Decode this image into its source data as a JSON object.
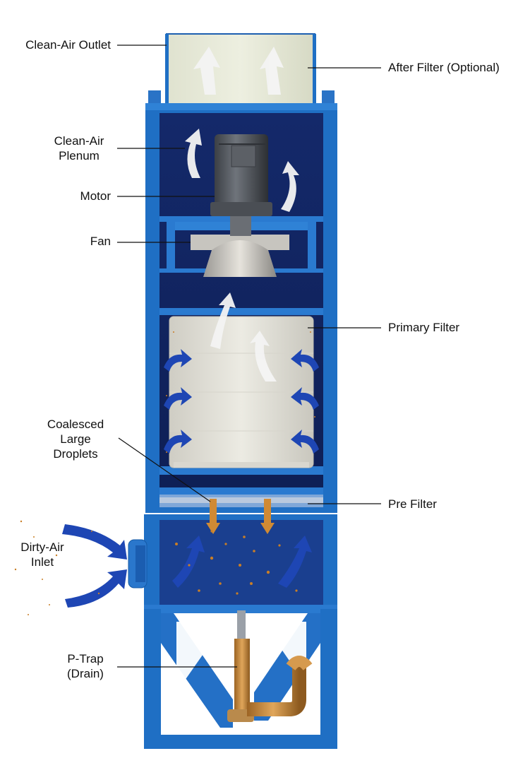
{
  "labels": {
    "clean_air_outlet": "Clean-Air Outlet",
    "after_filter": "After Filter (Optional)",
    "clean_air_plenum_1": "Clean-Air",
    "clean_air_plenum_2": "Plenum",
    "motor": "Motor",
    "fan": "Fan",
    "primary_filter": "Primary Filter",
    "coalesced_1": "Coalesced",
    "coalesced_2": "Large",
    "coalesced_3": "Droplets",
    "pre_filter": "Pre Filter",
    "dirty_air_1": "Dirty-Air",
    "dirty_air_2": "Inlet",
    "p_trap_1": "P-Trap",
    "p_trap_2": "(Drain)"
  },
  "colors": {
    "housing_blue": "#1f6fc4",
    "housing_dark": "#0f3f86",
    "interior_navy": "#132a6b",
    "filter_media": "#e7e6dd",
    "outlet_panel": "#e9ebdc",
    "airflow_blue": "#1e46b4",
    "airflow_white": "#f4f4f4",
    "droplet_orange": "#c97e26",
    "pipe_copper": "#c98a3a"
  }
}
